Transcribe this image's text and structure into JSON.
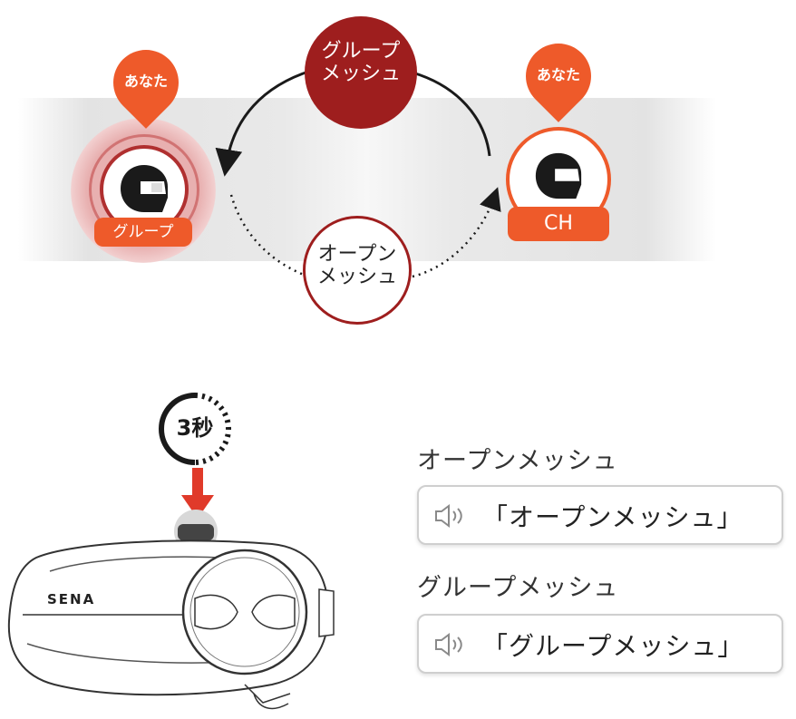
{
  "top_diagram": {
    "left_node": {
      "badge": "あなた",
      "label": "グループ"
    },
    "right_node": {
      "badge": "あなた",
      "label": "CH"
    },
    "group_mesh": {
      "line1": "グループ",
      "line2": "メッシュ"
    },
    "open_mesh": {
      "line1": "オープン",
      "line2": "メッシュ"
    }
  },
  "device": {
    "timer_label": "3秒",
    "brand": "SENA"
  },
  "voice_prompts": [
    {
      "heading": "オープンメッシュ",
      "prompt": "「オープンメッシュ」"
    },
    {
      "heading": "グループメッシュ",
      "prompt": "「グループメッシュ」"
    }
  ],
  "icons": [
    "helmet-icon",
    "speaker-icon",
    "timer-icon",
    "down-arrow-icon"
  ],
  "colors": {
    "orange": "#ee5a2a",
    "dark_red": "#9e1e1e",
    "arrow_red": "#e03a2a",
    "gray": "#e6e6e6"
  }
}
